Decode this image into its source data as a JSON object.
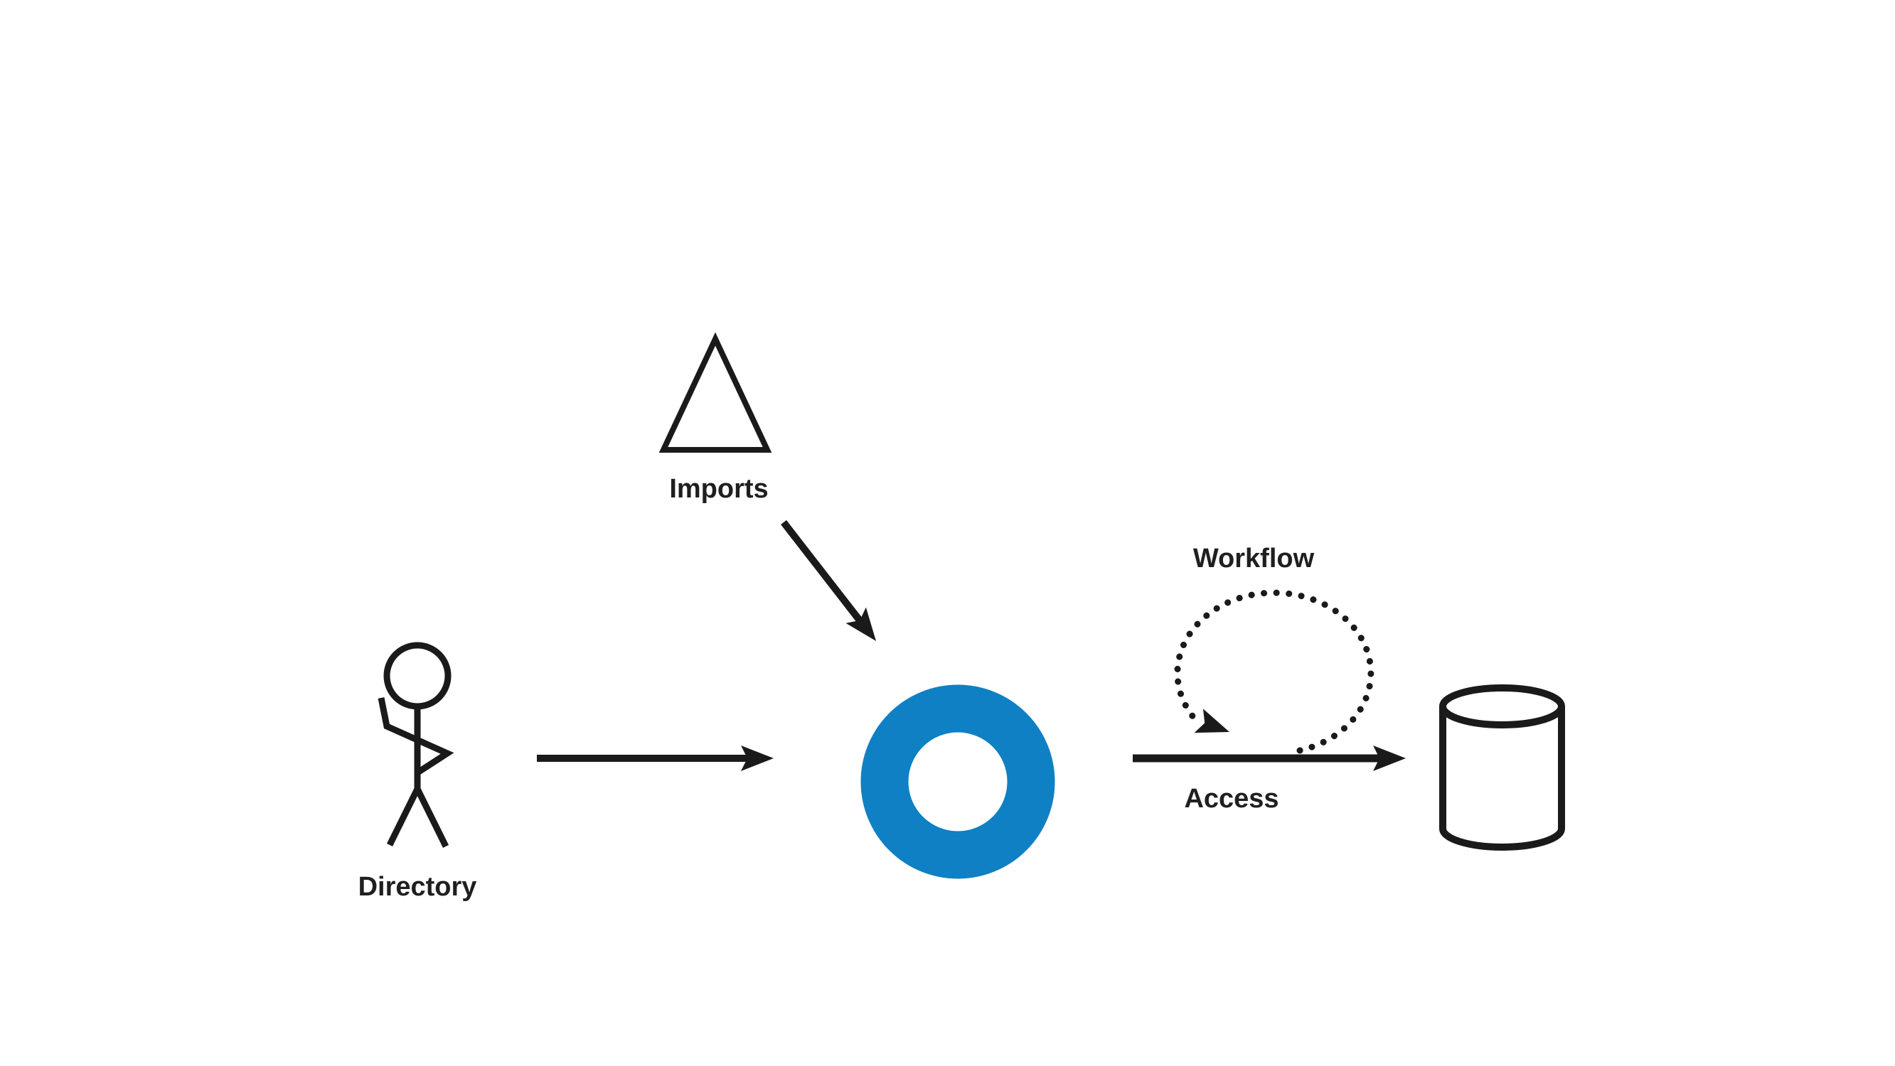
{
  "colors": {
    "background": "#ffffff",
    "ink": "#1a1a1a",
    "label_ink": "#1f1f1f",
    "accent": "#0f80c4"
  },
  "labels": {
    "directory": "Directory",
    "imports": "Imports",
    "workflow": "Workflow",
    "access": "Access"
  },
  "nodes": [
    {
      "id": "directory-actor",
      "icon": "stick-figure-icon",
      "label_key": "directory"
    },
    {
      "id": "imports-source",
      "icon": "triangle-icon",
      "label_key": "imports"
    },
    {
      "id": "hub",
      "icon": "donut-icon",
      "color": "#0f80c4"
    },
    {
      "id": "data-store",
      "icon": "database-cylinder-icon"
    }
  ],
  "connectors": [
    {
      "from": "directory-actor",
      "to": "hub",
      "style": "solid-arrow"
    },
    {
      "from": "imports-source",
      "to": "hub",
      "style": "solid-arrow"
    },
    {
      "from": "hub",
      "to": "hub",
      "style": "dotted-loop-arrow",
      "label_key": "workflow"
    },
    {
      "from": "hub",
      "to": "data-store",
      "style": "solid-arrow",
      "label_key": "access"
    }
  ]
}
